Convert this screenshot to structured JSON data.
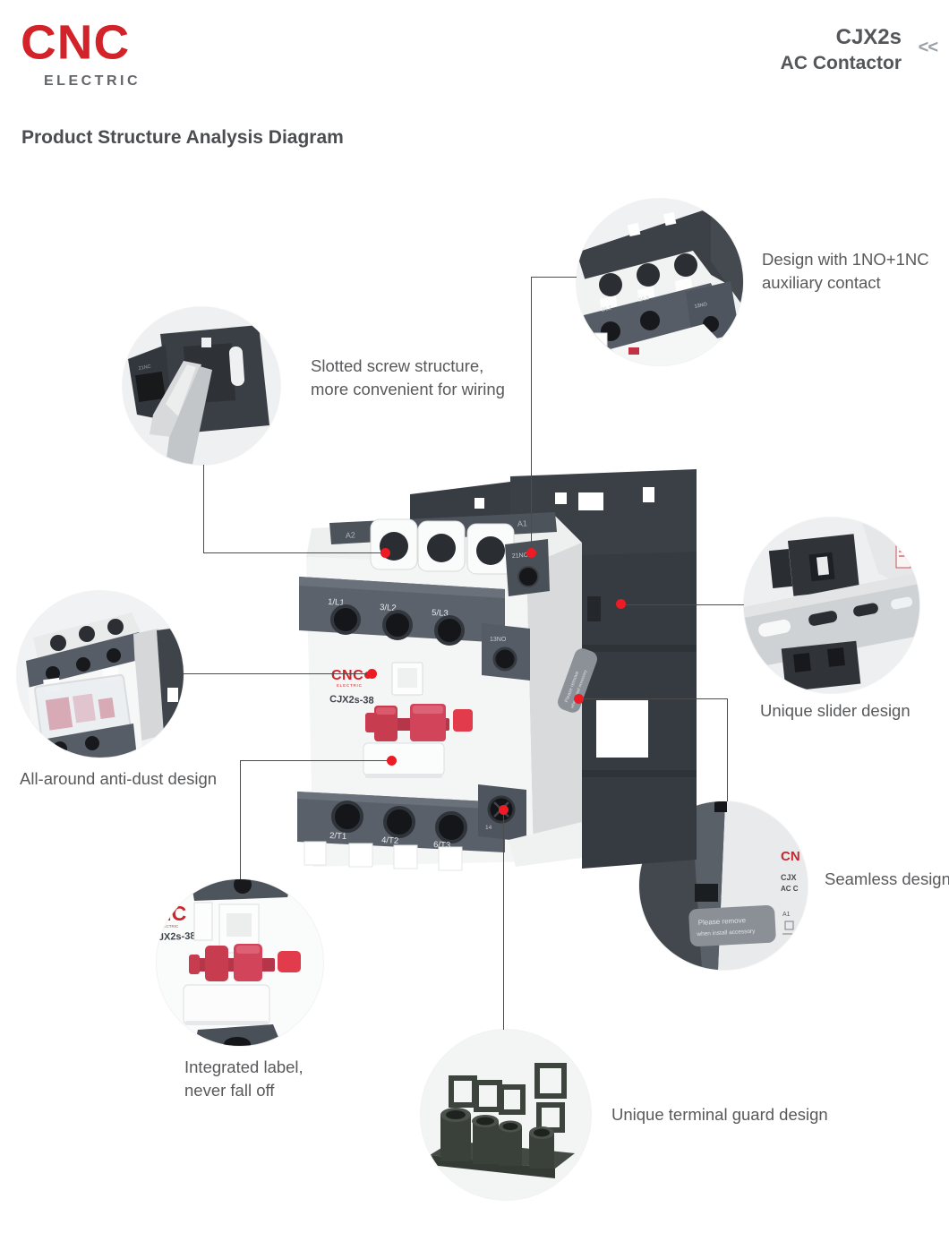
{
  "header": {
    "brand": "CNC",
    "brand_sub": "ELECTRIC",
    "model": "CJX2s",
    "product_name": "AC Contactor",
    "chevrons": "<<"
  },
  "title": "Product Structure Analysis Diagram",
  "callouts": {
    "aux": {
      "line1": "Design with 1NO+1NC",
      "line2": "auxiliary contact"
    },
    "screw": {
      "line1": "Slotted screw structure,",
      "line2": "more convenient for wiring"
    },
    "dust": {
      "line1": "All-around anti-dust design"
    },
    "slider": {
      "line1": "Unique slider design"
    },
    "seamless": {
      "line1": "Seamless design"
    },
    "label": {
      "line1": "Integrated label,",
      "line2": "never fall off"
    },
    "guard": {
      "line1": "Unique terminal guard design"
    }
  },
  "product": {
    "brand": "CNC",
    "brand_sub": "ELECTRIC",
    "model": "CJX2s-38",
    "coil_left": "A2",
    "coil_right": "A1",
    "top_terminals": [
      "1/L1",
      "3/L2",
      "5/L3"
    ],
    "bottom_terminals": [
      "2/T1",
      "4/T2",
      "6/T3"
    ],
    "aux_terminal_top": "21NC",
    "aux_terminal_mid": "13NO",
    "aux_terminal_bottom": "14",
    "side_note_line1": "Please remove",
    "side_note_line2": "when install accessory"
  },
  "details": {
    "aux_circle": {
      "t1": "3/L2",
      "t2": "5/L3",
      "t3": "13NO"
    },
    "screw_circle": {
      "terminal": "21NC"
    },
    "seamless_circle": {
      "brand": "CN",
      "model": "CJX",
      "name": "AC C",
      "a1": "A1"
    },
    "label_circle": {
      "brand": "NC",
      "sub": "ELECTRIC",
      "model": "JX2s-38"
    }
  },
  "colors": {
    "brand_red": "#d2232a",
    "marker_red": "#ec1b24",
    "lever_red": "#cc3a4e",
    "text_gray": "#58595b",
    "dark_part": "#3b4047"
  }
}
